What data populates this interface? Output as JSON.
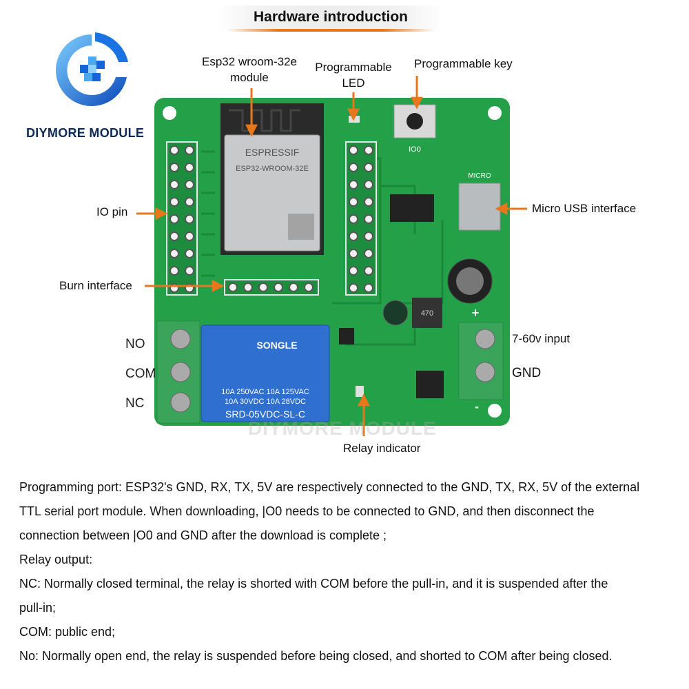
{
  "title": "Hardware introduction",
  "brand": "DIYMORE MODULE",
  "watermark": "DIYMORE MODULE",
  "callouts": {
    "esp32": [
      "Esp32 wroom-32e",
      "module"
    ],
    "led": [
      "Programmable",
      "LED"
    ],
    "key": "Programmable key",
    "io": "IO pin",
    "usb": "Micro USB interface",
    "burn": "Burn interface",
    "power": "7-60v input",
    "gnd": "GND",
    "relay": "Relay indicator"
  },
  "terminals": [
    "NO",
    "COM",
    "NC"
  ],
  "board": {
    "module_brand": "ESPRESSIF",
    "module_model": "ESP32-WROOM-32E",
    "relay_brand": "SONGLE",
    "relay_ratings": [
      "10A 250VAC  10A 125VAC",
      "10A 30VDC  10A 28VDC"
    ],
    "relay_model": "SRD-05VDC-SL-C",
    "usb_label": "MICRO",
    "key_label": "IO0",
    "inductor_label": "470",
    "plus": "+",
    "minus": "-"
  },
  "notes": [
    "Programming port: ESP32's GND, RX, TX, 5V are respectively connected to the GND, TX, RX, 5V of the external",
    "TTL serial port module. When downloading, |O0 needs to be connected to GND, and then disconnect the",
    "connection between |O0 and GND after the download is complete ;",
    "Relay output:",
    "NC: Normally closed terminal, the relay is shorted with COM before the pull-in, and it is suspended after the",
    "pull-in;",
    "COM: public end;",
    "No: Normally open end, the relay is suspended before being closed, and shorted to COM after being closed."
  ],
  "colors": {
    "accent": "#e8761a",
    "pcb": "#23a048",
    "relay": "#2f6fcf",
    "terminal": "#3aa55a",
    "brand": "#0c2b5a"
  }
}
